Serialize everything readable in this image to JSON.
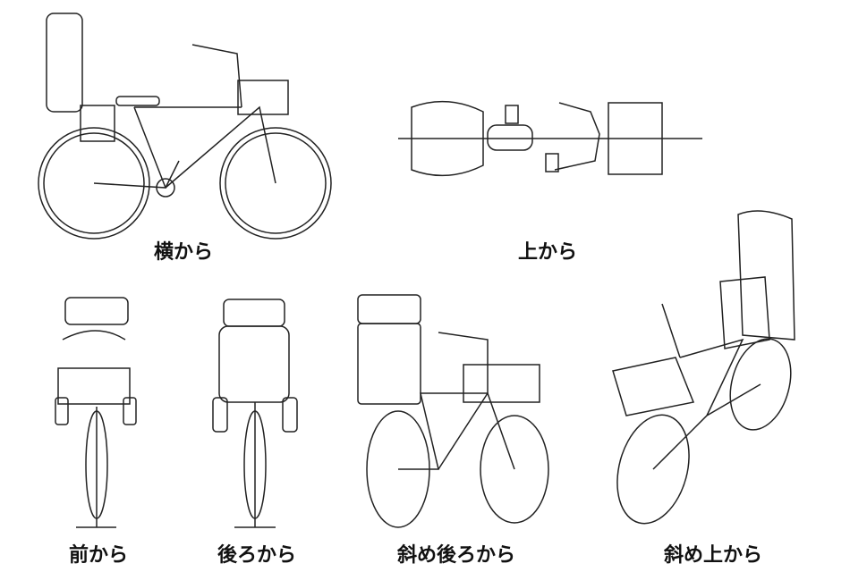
{
  "views": [
    {
      "id": "side",
      "label": "横から"
    },
    {
      "id": "top",
      "label": "上から"
    },
    {
      "id": "front",
      "label": "前から"
    },
    {
      "id": "rear",
      "label": "後ろから"
    },
    {
      "id": "rear-oblique",
      "label": "斜め後ろから"
    },
    {
      "id": "top-oblique",
      "label": "斜め上から"
    }
  ],
  "colors": {
    "line": "#222222",
    "background": "#ffffff"
  }
}
